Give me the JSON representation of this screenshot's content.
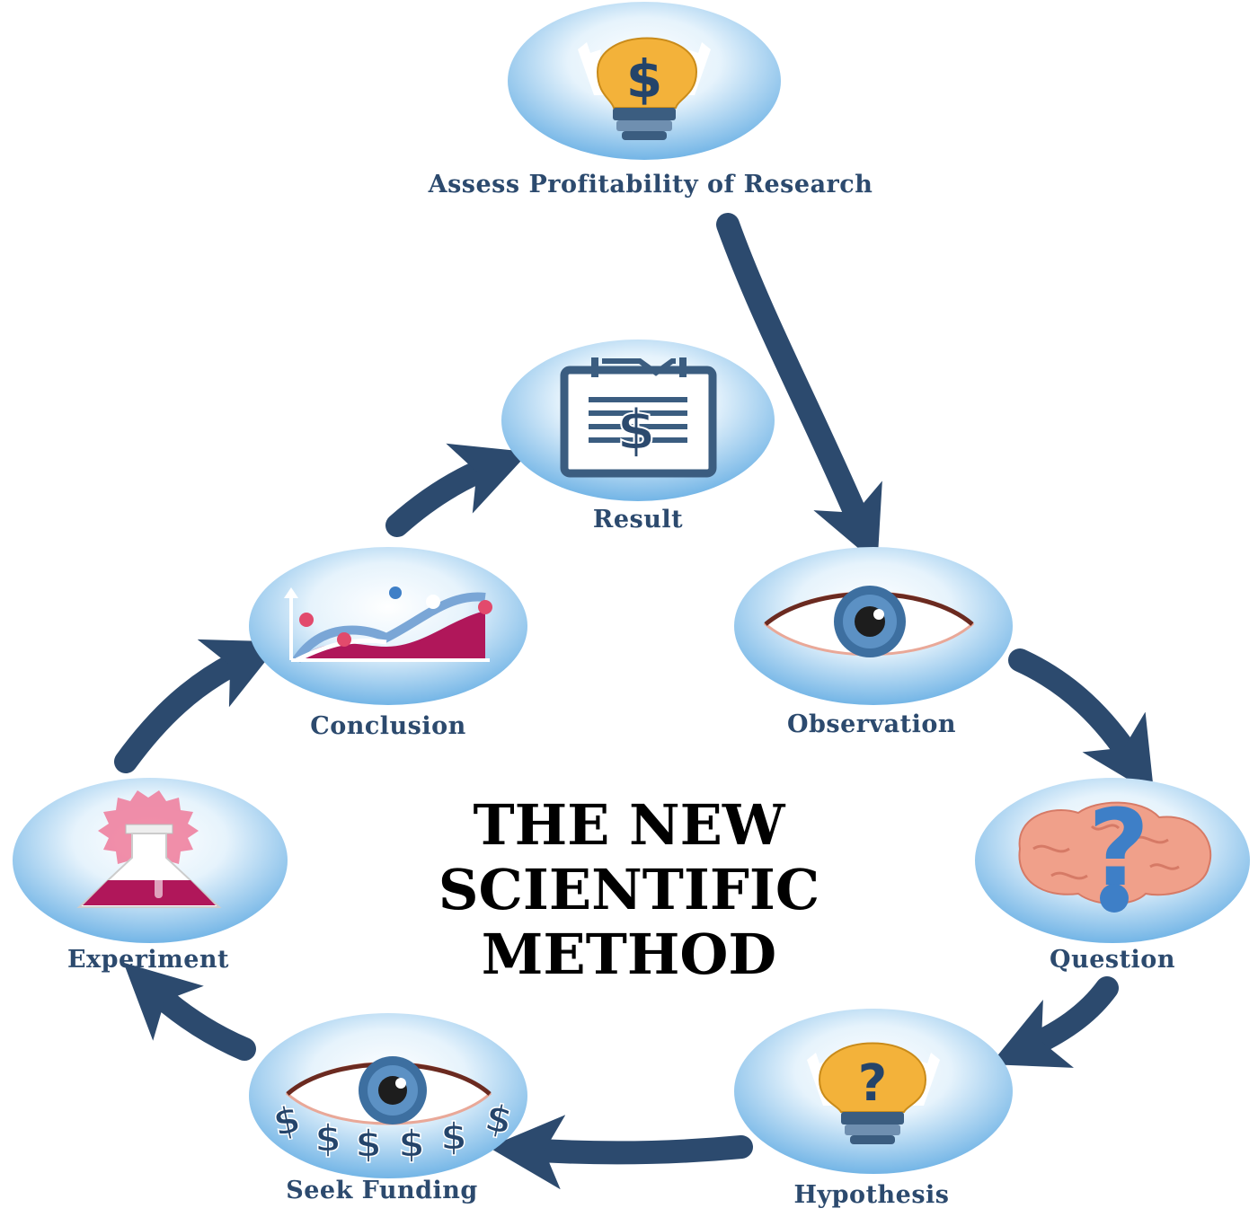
{
  "title": {
    "line1": "THE NEW",
    "line2": "SCIENTIFIC",
    "line3": "METHOD"
  },
  "steps": [
    {
      "label": "Assess Profitability of Research",
      "icon": "lightbulb-dollar-icon"
    },
    {
      "label": "Observation",
      "icon": "eye-icon"
    },
    {
      "label": "Question",
      "icon": "brain-question-icon"
    },
    {
      "label": "Hypothesis",
      "icon": "lightbulb-question-icon"
    },
    {
      "label": "Seek Funding",
      "icon": "eye-dollars-icon"
    },
    {
      "label": "Experiment",
      "icon": "flask-icon"
    },
    {
      "label": "Conclusion",
      "icon": "chart-icon"
    },
    {
      "label": "Result",
      "icon": "clipboard-dollar-icon"
    }
  ],
  "colors": {
    "arrow": "#2c4a6e",
    "label": "#2c4a6e",
    "circle_light": "#eaf5fd",
    "circle_dark": "#6fb3e6",
    "bulb": "#f3b23a",
    "flask": "#b0175a",
    "brain": "#f0a08a",
    "question": "#3e7fc7"
  },
  "glyphs": {
    "dollar": "$",
    "question": "?"
  }
}
